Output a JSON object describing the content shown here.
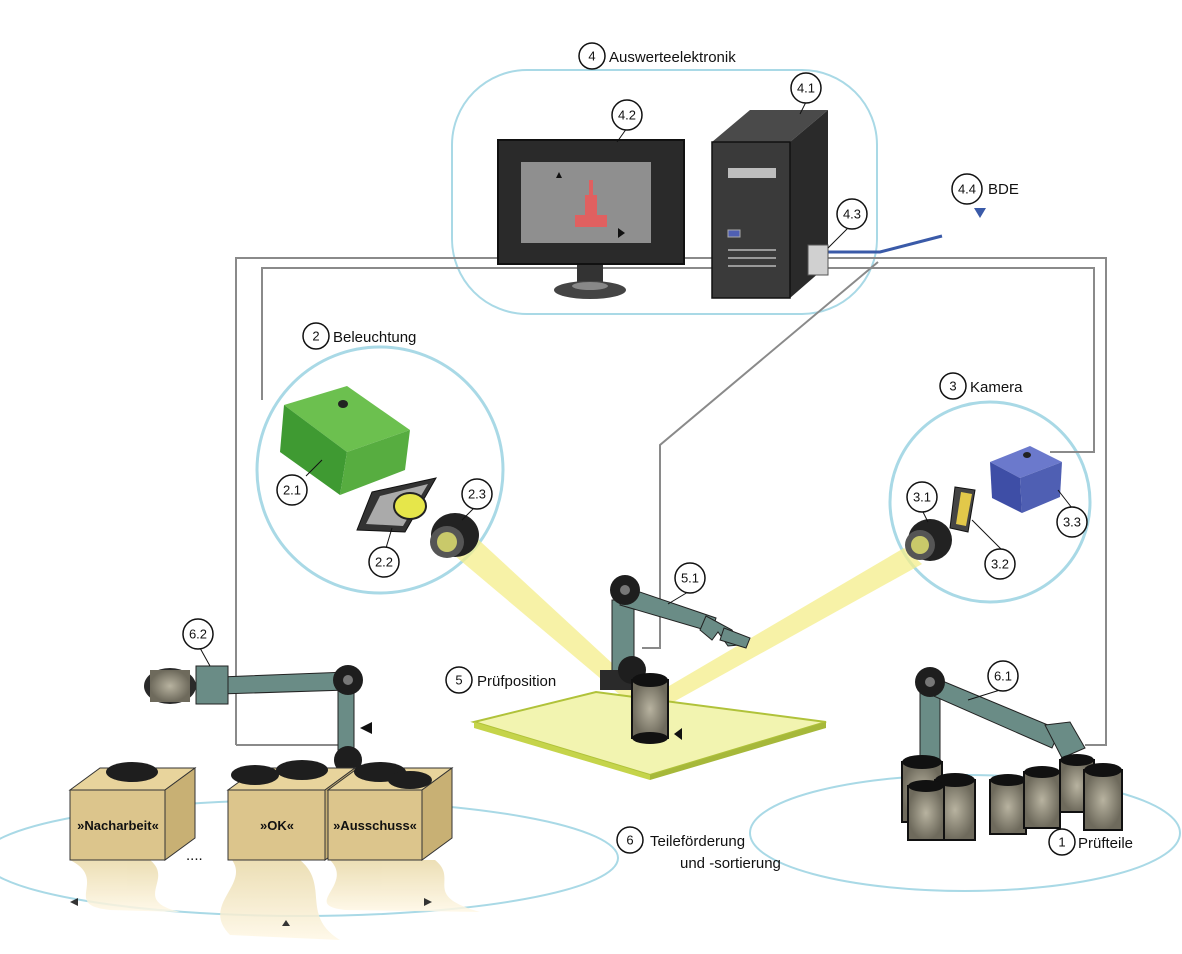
{
  "title": "",
  "groups": {
    "g4": {
      "num": "4",
      "label": "Auswerteelektronik"
    },
    "g2": {
      "num": "2",
      "label": "Beleuchtung"
    },
    "g3": {
      "num": "3",
      "label": "Kamera"
    },
    "g5": {
      "num": "5",
      "label": "Prüfposition"
    },
    "g6": {
      "num": "6",
      "label_line1": "Teileförderung",
      "label_line2": "und -sortierung"
    },
    "g1": {
      "num": "1",
      "label": "Prüfteile"
    },
    "g44": {
      "num": "4.4",
      "label": "BDE"
    }
  },
  "parts": {
    "p41": "4.1",
    "p42": "4.2",
    "p43": "4.3",
    "p21": "2.1",
    "p22": "2.2",
    "p23": "2.3",
    "p31": "3.1",
    "p32": "3.2",
    "p33": "3.3",
    "p51": "5.1",
    "p61": "6.1",
    "p62": "6.2"
  },
  "bins": {
    "nacharbeit": "»Nacharbeit«",
    "ok": "»OK«",
    "ausschuss": "»Ausschuss«",
    "ellipsis": "...."
  },
  "colors": {
    "zone_outline": "#a9d9e6",
    "light_beam": "#f4ee8a",
    "illumination_box": "#4caa3c",
    "camera_box": "#4f5fb3",
    "robot_arm": "#6a8c86",
    "cable": "#8a8a8a",
    "bde_line": "#3a5aa8",
    "screen_part": "#e06060",
    "bin": "#dcc58c"
  }
}
